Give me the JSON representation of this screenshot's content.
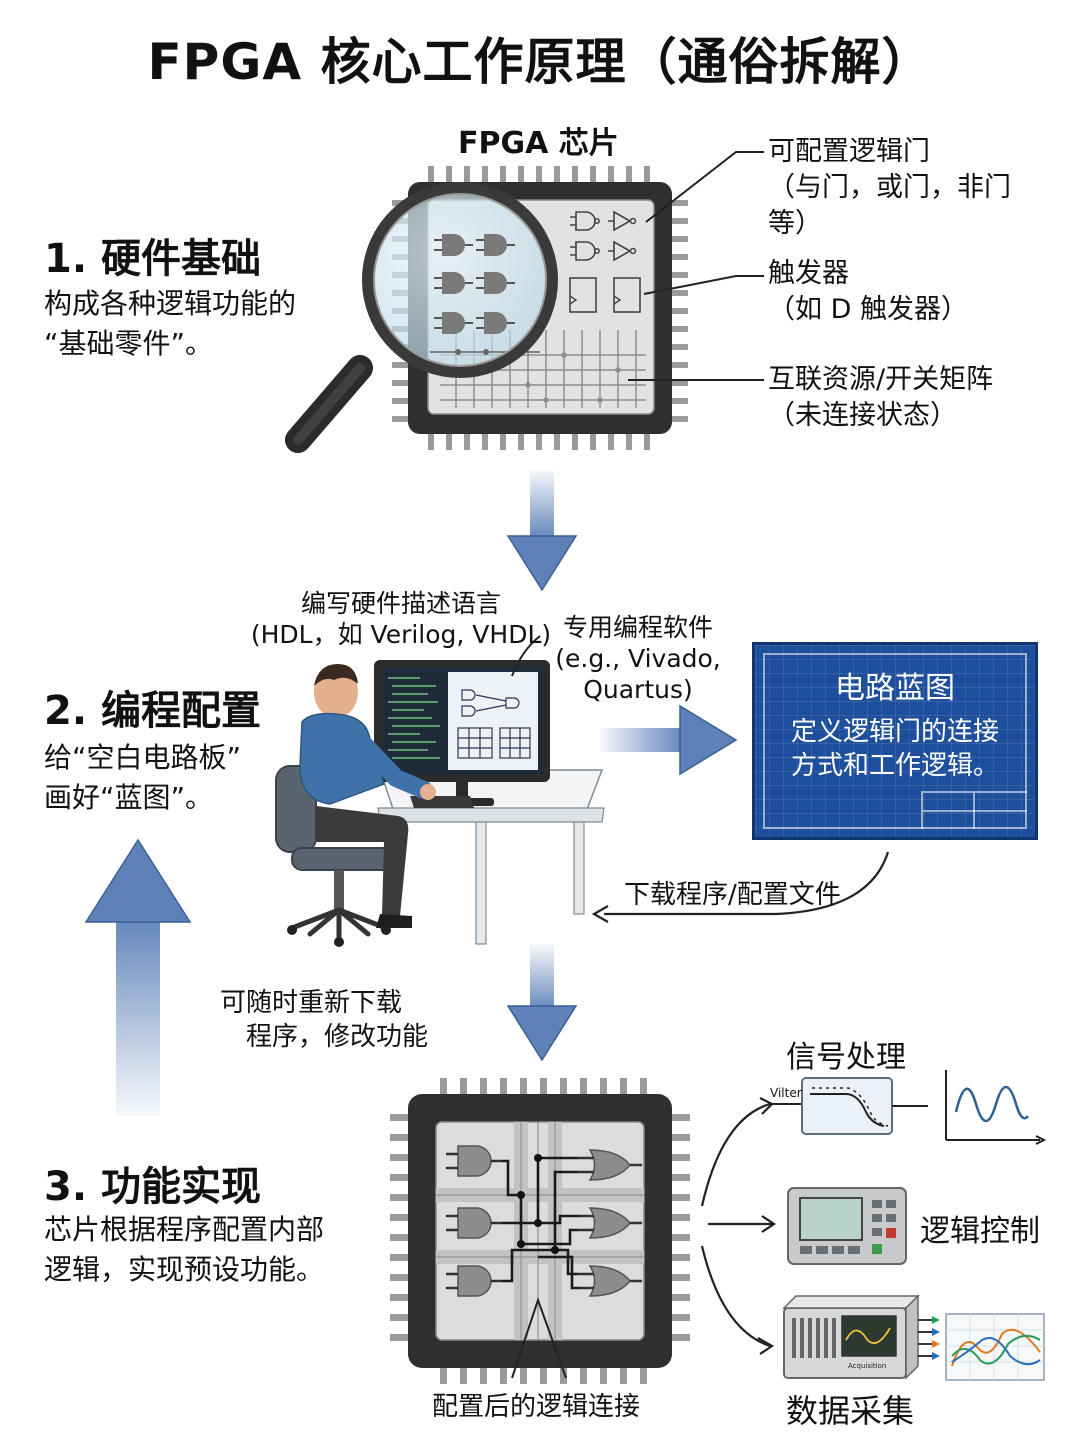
{
  "title": "FPGA 核心工作原理（通俗拆解）",
  "chip_label": "FPGA 芯片",
  "steps": [
    {
      "heading": "1. 硬件基础",
      "desc_lines": [
        "构成各种逻辑功能的",
        "“基础零件”。"
      ]
    },
    {
      "heading": "2. 编程配置",
      "desc_lines": [
        "给“空白电路板”",
        "画好“蓝图”。"
      ]
    },
    {
      "heading": "3. 功能实现",
      "desc_lines": [
        "芯片根据程序配置内部",
        "逻辑，实现预设功能。"
      ]
    }
  ],
  "callouts": {
    "logic_gates": [
      "可配置逻辑门",
      "（与门，或门，非门",
      "等）"
    ],
    "flipflops": [
      "触发器",
      "（如 D 触发器）"
    ],
    "interconnect": [
      "互联资源/开关矩阵",
      "（未连接状态）"
    ]
  },
  "programming": {
    "hdl_lines": [
      "编写硬件描述语言",
      "(HDL，如 Verilog, VHDL)"
    ],
    "software_lines": [
      "专用编程软件",
      "(e.g., Vivado,",
      "Quartus)"
    ]
  },
  "blueprint": {
    "title": "电路蓝图",
    "lines": [
      "定义逻辑门的连接",
      "方式和工作逻辑。"
    ]
  },
  "download_label": "下载程序/配置文件",
  "reprogram_lines": [
    "可随时重新下载",
    "程序，修改功能"
  ],
  "configured_label": "配置后的逻辑连接",
  "applications": {
    "signal": "信号处理",
    "signal_node_label": "Vilter",
    "control": "逻辑控制",
    "daq": "数据采集",
    "daq_device_label": "Acquisition"
  },
  "colors": {
    "arrow_blue": "#5d81b8",
    "chip_dark": "#2f2f2f",
    "blueprint": "#1d4f9c"
  }
}
